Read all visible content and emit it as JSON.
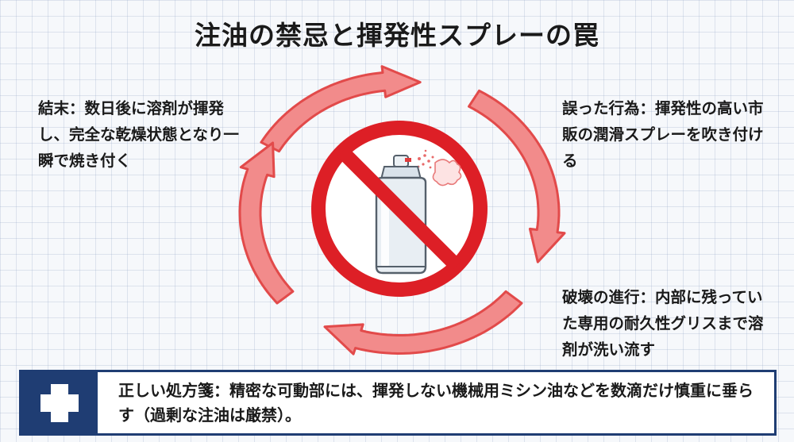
{
  "title": "注油の禁忌と揮発性スプレーの罠",
  "notes": {
    "left": "結末：数日後に溶剤が揮発し、完全な乾燥状態となり一瞬で焼き付く",
    "right_top": "誤った行為：揮発性の高い市販の潤滑スプレーを吹き付ける",
    "right_bottom": "破壊の進行：内部に残っていた専用の耐久性グリスまで溶剤が洗い流す"
  },
  "banner": {
    "icon": "plus-icon",
    "text": "正しい処方箋：精密な可動部には、揮発しない機械用ミシン油などを数滴だけ慎重に垂らす（過剰な注油は厳禁）。"
  },
  "colors": {
    "arrow_fill": "#f28b8b",
    "arrow_stroke": "#e24a4a",
    "prohibit_red": "#dd1f26",
    "banner_navy": "#1f3d73"
  }
}
